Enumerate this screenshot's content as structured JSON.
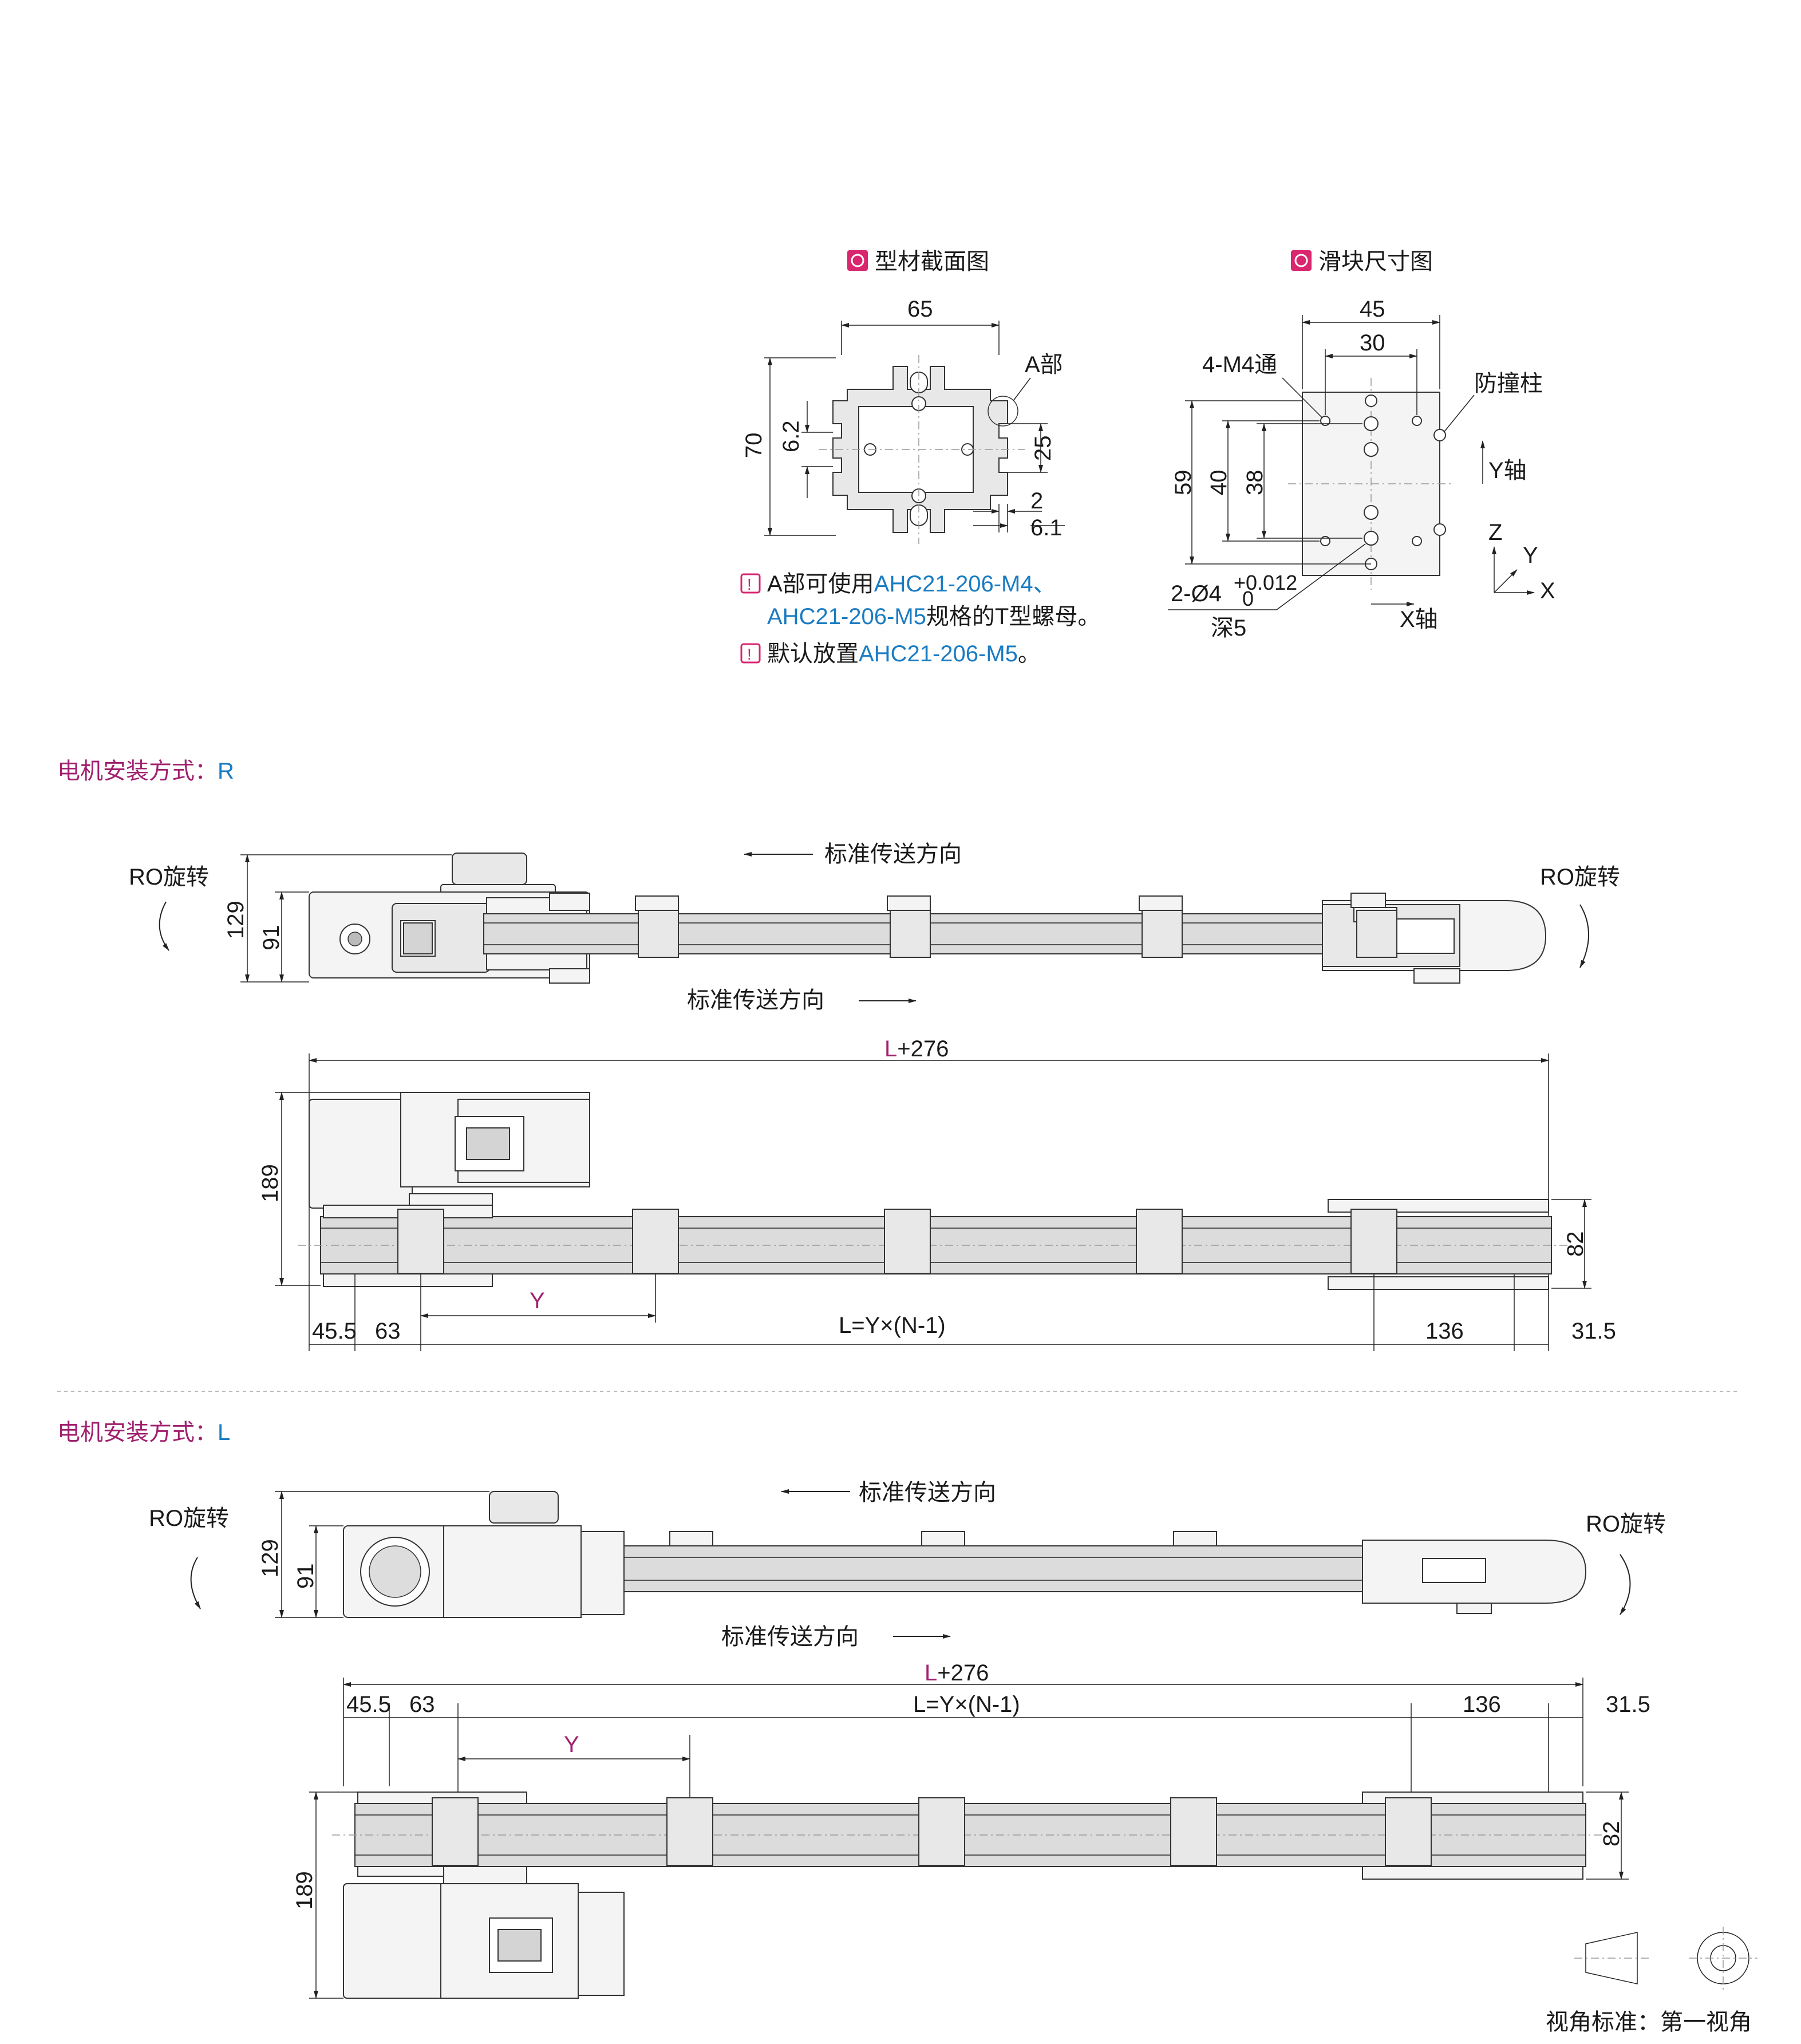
{
  "profile": {
    "title": "型材截面图",
    "dims": {
      "width": "65",
      "height": "70",
      "slot": "6.2",
      "center": "25",
      "wall": "2",
      "lip": "6.1"
    },
    "callout": "A部"
  },
  "slider": {
    "title": "滑块尺寸图",
    "dims": {
      "width": "45",
      "hole_pitch_x": "30",
      "height": "59",
      "pitch_a": "40",
      "pitch_b": "38"
    },
    "tapped": "4-M4通",
    "bumper": "防撞柱",
    "pin_prefix": "2-Ø4",
    "tol_upper": "+0.012",
    "tol_lower": "0",
    "depth": "深5",
    "y_axis": "Y轴",
    "x_axis": "X轴",
    "axes": {
      "z": "Z",
      "y": "Y",
      "x": "X"
    }
  },
  "notes": {
    "n1_a": "A部可使用",
    "n1_b": "AHC21-206-M4、",
    "n1_c": "AHC21-206-M5",
    "n1_d": "规格的T型螺母。",
    "n2_a": "默认放置",
    "n2_b": "AHC21-206-M5",
    "n2_c": "。"
  },
  "sections": [
    {
      "label": "电机安装方式：",
      "code": "R"
    },
    {
      "label": "电机安装方式：",
      "code": "L"
    }
  ],
  "labels": {
    "rotation": "RO旋转",
    "direction": "标准传送方向"
  },
  "dims_common": {
    "h129": "129",
    "h91": "91",
    "h189": "189",
    "h82": "82",
    "total_L": "L",
    "total_plus": "+276",
    "pitch": "L=Y×(N-1)",
    "y": "Y",
    "d455": "45.5",
    "d63": "63",
    "d136": "136",
    "d315": "31.5"
  },
  "projection": {
    "label": "视角标准：第一视角"
  },
  "colors": {
    "accent": "#a0206e",
    "link": "#1a7cc2",
    "badge": "#d9266e"
  }
}
